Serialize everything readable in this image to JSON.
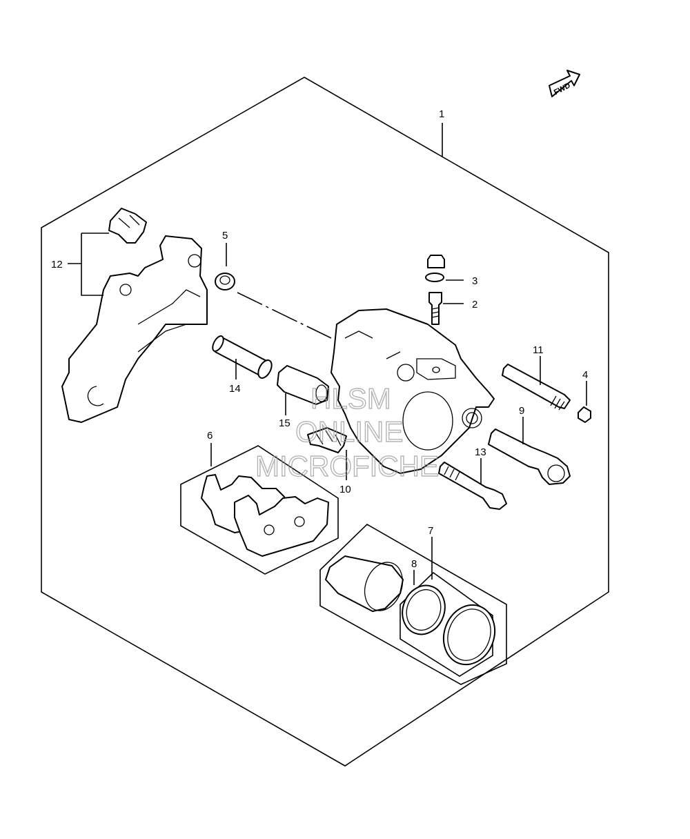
{
  "diagram": {
    "fwd_label": "FWD",
    "callouts": {
      "c1": "1",
      "c2": "2",
      "c3": "3",
      "c4": "4",
      "c5": "5",
      "c6": "6",
      "c7": "7",
      "c8": "8",
      "c9": "9",
      "c10": "10",
      "c11": "11",
      "c12": "12",
      "c13": "13",
      "c14": "14",
      "c15": "15"
    }
  },
  "watermark": {
    "line1": "HLSM",
    "line2": "ONLINE",
    "line3": "MICROFICHE"
  }
}
